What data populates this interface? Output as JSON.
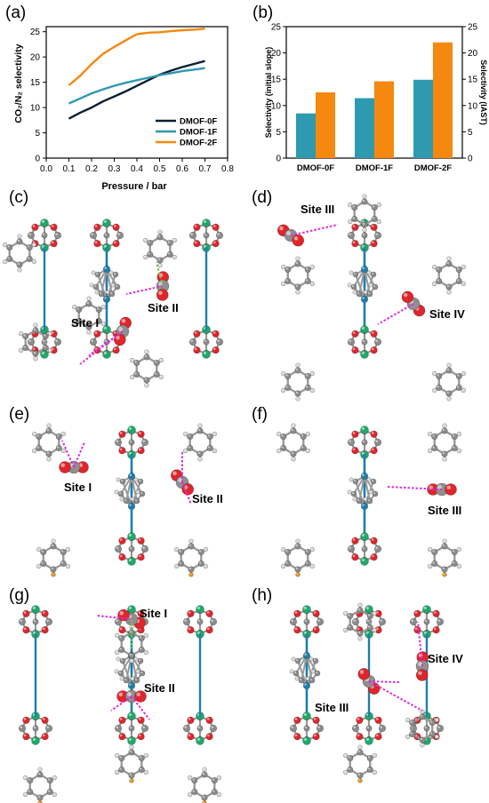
{
  "panel_labels": {
    "a": "(a)",
    "b": "(b)",
    "c": "(c)",
    "d": "(d)",
    "e": "(e)",
    "f": "(f)",
    "g": "(g)",
    "h": "(h)"
  },
  "site_labels": {
    "c": [
      "Site I",
      "Site II"
    ],
    "d": [
      "Site III",
      "Site IV"
    ],
    "e": [
      "Site I",
      "Site II"
    ],
    "f": [
      "Site III"
    ],
    "g": [
      "Site I",
      "Site II"
    ],
    "h": [
      "Site IV",
      "Site III"
    ]
  },
  "colors": {
    "dmof0f": "#0b1f35",
    "dmof1f": "#2e9ab0",
    "dmof2f": "#f5880e",
    "zn": "#1fa86a",
    "n": "#1f7fa8",
    "o": "#e0252b",
    "c": "#8c8c8c",
    "h": "#d9d9d9",
    "f": "#e8951c",
    "contact_pink": "#e02bd6",
    "contact_green": "#7cc242"
  },
  "chart_data": [
    {
      "type": "line",
      "xlabel": "Pressure / bar",
      "ylabel": "CO₂/N₂ selectivity",
      "xlim": [
        0.0,
        0.8
      ],
      "ylim": [
        0,
        26
      ],
      "xticks": [
        "0.0",
        "0.1",
        "0.2",
        "0.3",
        "0.4",
        "0.5",
        "0.6",
        "0.7",
        "0.8"
      ],
      "yticks": [
        "0",
        "5",
        "10",
        "15",
        "20",
        "25"
      ],
      "legend_position": "bottom-right",
      "series": [
        {
          "name": "DMOF-0F",
          "x": [
            0.1,
            0.15,
            0.2,
            0.25,
            0.3,
            0.35,
            0.4,
            0.45,
            0.5,
            0.55,
            0.6,
            0.65,
            0.7
          ],
          "y": [
            7.8,
            9.0,
            10.0,
            11.2,
            12.2,
            13.2,
            14.3,
            15.4,
            16.5,
            17.3,
            18.0,
            18.6,
            19.2
          ]
        },
        {
          "name": "DMOF-1F",
          "x": [
            0.1,
            0.15,
            0.2,
            0.25,
            0.3,
            0.35,
            0.4,
            0.45,
            0.5,
            0.55,
            0.6,
            0.65,
            0.7
          ],
          "y": [
            10.8,
            11.8,
            12.8,
            13.6,
            14.3,
            14.9,
            15.4,
            15.9,
            16.4,
            16.8,
            17.2,
            17.5,
            17.8
          ]
        },
        {
          "name": "DMOF-2F",
          "x": [
            0.1,
            0.15,
            0.2,
            0.25,
            0.3,
            0.35,
            0.4,
            0.45,
            0.5,
            0.55,
            0.6,
            0.65,
            0.7
          ],
          "y": [
            14.4,
            16.3,
            18.6,
            20.6,
            22.0,
            23.3,
            24.5,
            24.8,
            24.9,
            25.1,
            25.3,
            25.4,
            25.6
          ]
        }
      ]
    },
    {
      "type": "bar",
      "categories": [
        "DMOF-0F",
        "DMOF-1F",
        "DMOF-2F"
      ],
      "ylabel_left": "Selectivity (initial slope)",
      "ylabel_right": "Selectivity (IAST)",
      "ylim": [
        0,
        25
      ],
      "yticks": [
        "0",
        "5",
        "10",
        "15",
        "20",
        "25"
      ],
      "series": [
        {
          "name": "initial slope",
          "values": [
            8.5,
            11.4,
            14.9
          ]
        },
        {
          "name": "IAST",
          "values": [
            12.5,
            14.6,
            22.0
          ]
        }
      ]
    }
  ]
}
